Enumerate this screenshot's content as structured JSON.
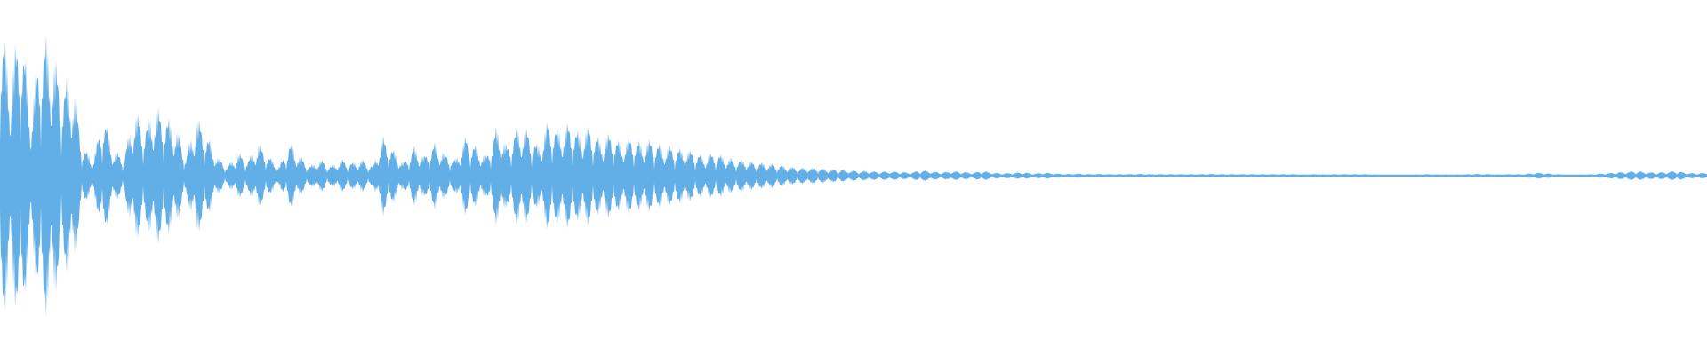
{
  "waveform": {
    "color": "#62aee6",
    "envelope": [
      0.98,
      0.62,
      0.96,
      0.4,
      0.88,
      0.78,
      0.55,
      0.6,
      0.18,
      0.1,
      0.38,
      0.15,
      0.12,
      0.4,
      0.3,
      0.42,
      0.36,
      0.3,
      0.12,
      0.36,
      0.25,
      0.12,
      0.06,
      0.14,
      0.1,
      0.2,
      0.12,
      0.06,
      0.2,
      0.12,
      0.06,
      0.1,
      0.06,
      0.1,
      0.08,
      0.1,
      0.06,
      0.24,
      0.16,
      0.08,
      0.18,
      0.12,
      0.2,
      0.14,
      0.1,
      0.24,
      0.18,
      0.12,
      0.3,
      0.18,
      0.3,
      0.28,
      0.18,
      0.34,
      0.28,
      0.32,
      0.26,
      0.3,
      0.22,
      0.26,
      0.2,
      0.24,
      0.2,
      0.22,
      0.18,
      0.18,
      0.16,
      0.15,
      0.12,
      0.14,
      0.12,
      0.1,
      0.1,
      0.08,
      0.08,
      0.07,
      0.06,
      0.05,
      0.05,
      0.05,
      0.04,
      0.04,
      0.035,
      0.03,
      0.03,
      0.025,
      0.03,
      0.025,
      0.02,
      0.035,
      0.03,
      0.02,
      0.03,
      0.025,
      0.02,
      0.03,
      0.02,
      0.015,
      0.02,
      0.02,
      0.015,
      0.02,
      0.015,
      0.01,
      0.015,
      0.01,
      0.012,
      0.01,
      0.01,
      0.01,
      0.012,
      0.01,
      0.01,
      0.01,
      0.01,
      0.01,
      0.01,
      0.012,
      0.01,
      0.01,
      0.01,
      0.01,
      0.01,
      0.01,
      0.01,
      0.01,
      0.008,
      0.01,
      0.008,
      0.01,
      0.01,
      0.01,
      0.01,
      0.008,
      0.006,
      0.006,
      0.006,
      0.008,
      0.01,
      0.008,
      0.008,
      0.008,
      0.01,
      0.012,
      0.01,
      0.008,
      0.01,
      0.01,
      0.015,
      0.02,
      0.012,
      0.008,
      0.006,
      0.008,
      0.01,
      0.015,
      0.02,
      0.025,
      0.03,
      0.025,
      0.02,
      0.025,
      0.03,
      0.02,
      0.015,
      0.02
    ]
  }
}
